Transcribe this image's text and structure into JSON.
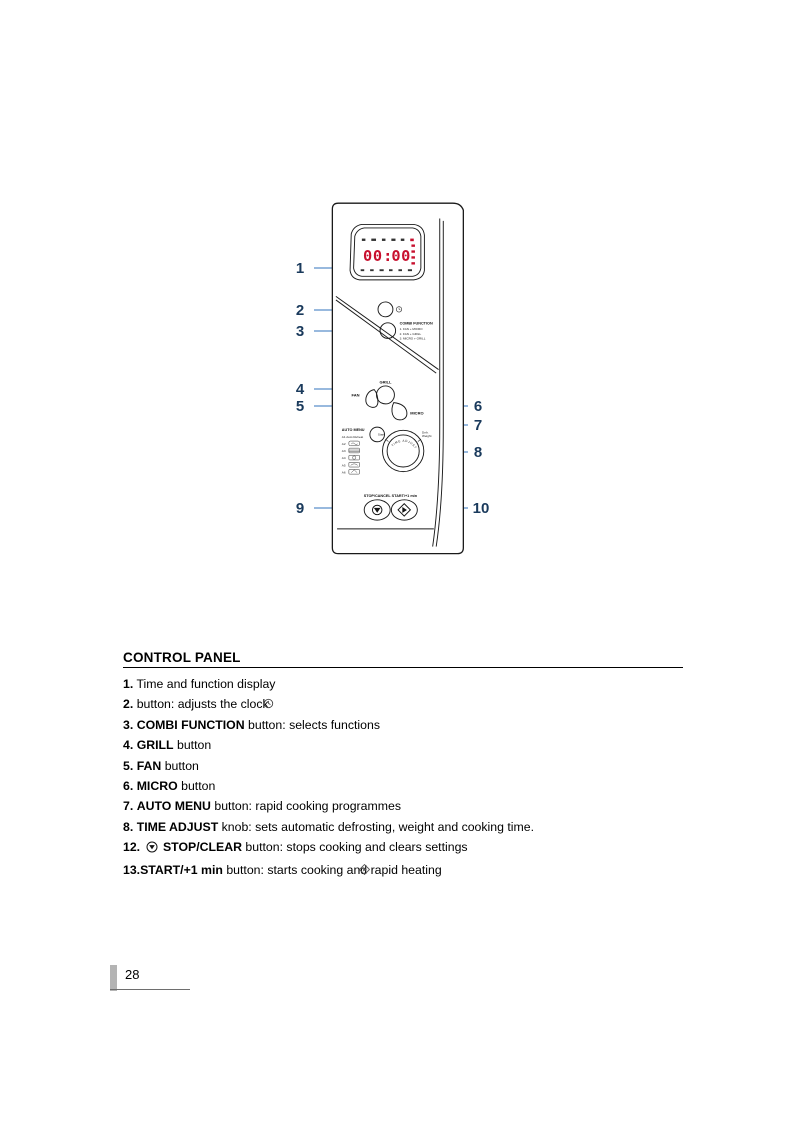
{
  "section": {
    "title": "CONTROL PANEL",
    "items": [
      {
        "num": "1.",
        "strong": "",
        "rest": "Time and function display",
        "icon": null
      },
      {
        "num": "2.",
        "strong": "",
        "rest": "button: adjusts the clock",
        "icon": "clock-icon"
      },
      {
        "num": "3.",
        "strong": "COMBI FUNCTION",
        "rest": "button: selects functions",
        "icon": null
      },
      {
        "num": "4.",
        "strong": "GRILL",
        "rest": "button",
        "icon": null
      },
      {
        "num": "5.",
        "strong": "FAN",
        "rest": "button",
        "icon": null
      },
      {
        "num": "6.",
        "strong": "MICRO",
        "rest": "button",
        "icon": null
      },
      {
        "num": "7.",
        "strong": "AUTO MENU",
        "rest": "button: rapid cooking programmes",
        "icon": null
      },
      {
        "num": "8.",
        "strong": "TIME ADJUST",
        "rest": "knob: sets automatic defrosting, weight and cooking time.",
        "icon": null
      },
      {
        "num": "12.",
        "strong": "STOP/CLEAR",
        "rest": "button: stops cooking and clears settings",
        "icon": "stop-icon"
      },
      {
        "num": "13.",
        "strong": "START/+1 min",
        "rest": "button: starts cooking and rapid heating",
        "icon": "start-icon"
      }
    ]
  },
  "callouts": [
    {
      "id": "1",
      "label": "1",
      "target": "time-and-function-display"
    },
    {
      "id": "2",
      "label": "2",
      "target": "clock-button"
    },
    {
      "id": "3",
      "label": "3",
      "target": "combi-function-button"
    },
    {
      "id": "4",
      "label": "4",
      "target": "grill-button"
    },
    {
      "id": "5",
      "label": "5",
      "target": "fan-button"
    },
    {
      "id": "6",
      "label": "6",
      "target": "micro-button"
    },
    {
      "id": "7",
      "label": "7",
      "target": "auto-menu-button"
    },
    {
      "id": "8",
      "label": "8",
      "target": "time-adjust-knob"
    },
    {
      "id": "9",
      "label": "9",
      "target": "stop-cancel-button"
    },
    {
      "id": "10",
      "label": "10",
      "target": "start-plus-1-min-button"
    }
  ],
  "control_panel": {
    "display": {
      "value": "00 : 00",
      "left_digits": "00",
      "right_digits": "00",
      "separator": ":"
    },
    "combi_function": {
      "heading": "COMBI FUNCTION",
      "lines": [
        "1. FAN + MICRO",
        "2. FAN + GRILL",
        "3. MICRO + GRILL"
      ]
    },
    "buttons": {
      "grill": "GRILL",
      "fan": "FAN",
      "micro": "MICRO",
      "auto_menu": "AUTO MENU",
      "stop_cancel": "STOP/CANCEL",
      "start_plus": "START/+1 min"
    },
    "knob": {
      "label": "TIME ADJUST",
      "left_hint": "Start",
      "right_hint": "Defr. Weight"
    },
    "auto_menu_list": [
      "A1  Auto Reheat",
      "A2",
      "A3",
      "A4",
      "A5",
      "A6"
    ]
  },
  "footer": {
    "page_number": "28"
  },
  "colors": {
    "callout_number": "#1a3a5c",
    "leader_line": "#5b8fc9",
    "display_digits": "#c8102e",
    "outline": "#1a1a1a",
    "footer_bar": "#b4b4b4"
  }
}
